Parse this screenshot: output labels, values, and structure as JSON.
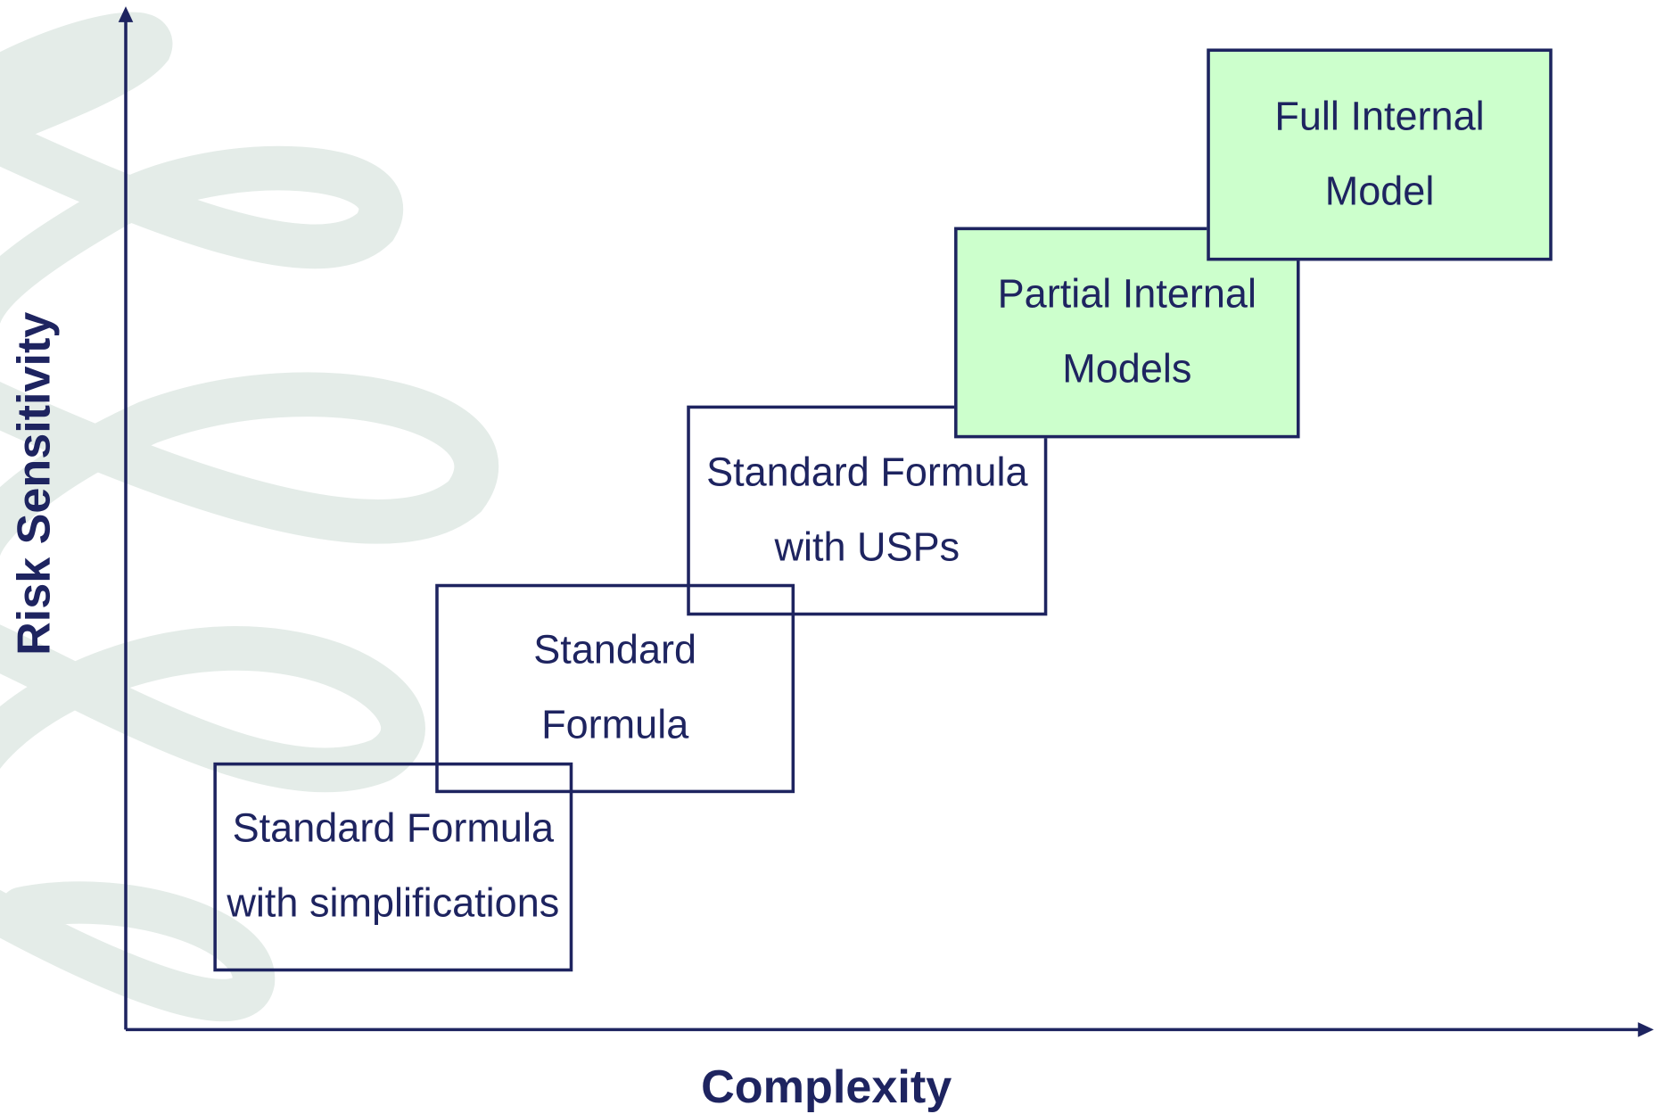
{
  "axes": {
    "y_label": "Risk Sensitivity",
    "x_label": "Complexity"
  },
  "steps": [
    {
      "line1": "Standard Formula",
      "line2": "with simplifications",
      "fill": "#ffffff"
    },
    {
      "line1": "Standard",
      "line2": "Formula",
      "fill": "#ffffff"
    },
    {
      "line1": "Standard Formula",
      "line2": "with USPs",
      "fill": "#ffffff"
    },
    {
      "line1": "Partial Internal",
      "line2": "Models",
      "fill": "#ccffcc"
    },
    {
      "line1": "Full Internal",
      "line2": "Model",
      "fill": "#ccffcc"
    }
  ],
  "colors": {
    "ink": "#1e2460",
    "highlight": "#ccffcc",
    "watermark": "#e4ece8"
  }
}
